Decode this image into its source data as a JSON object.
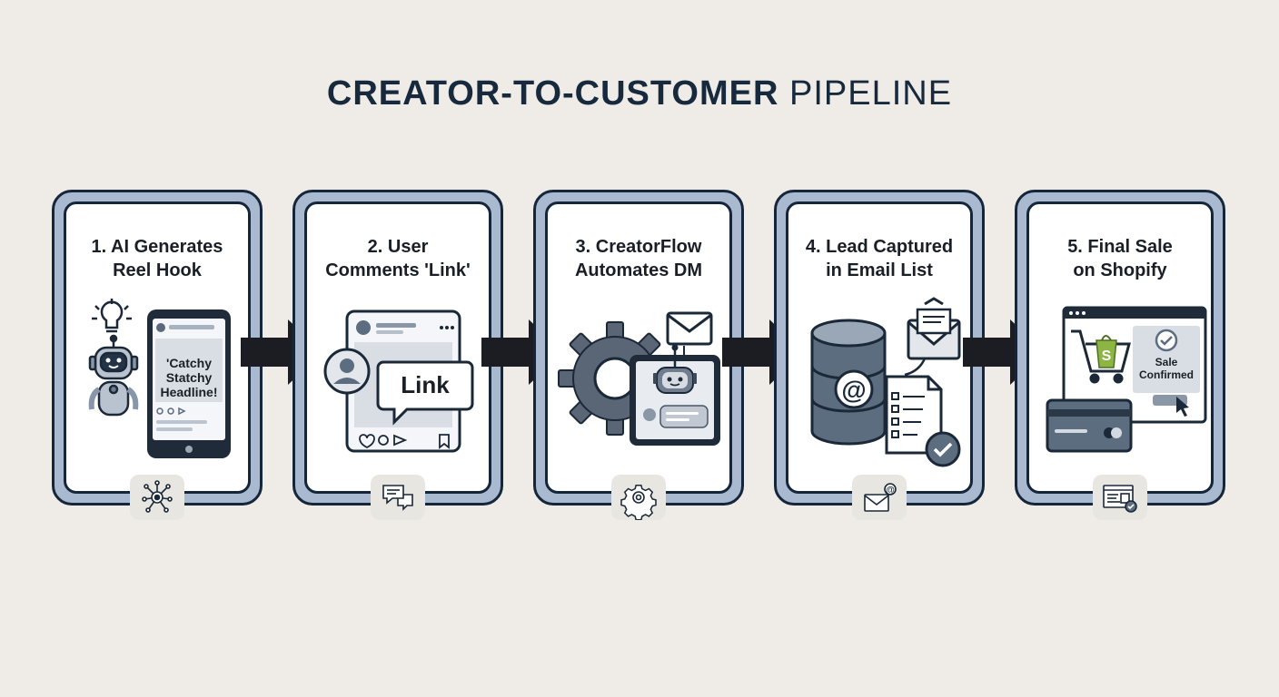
{
  "title": {
    "bold": "CREATOR-TO-CUSTOMER",
    "light": "PIPELINE"
  },
  "steps": [
    {
      "line1": "1. AI Generates",
      "line2": "Reel Hook",
      "icon": "ai-hook-icon",
      "badge_icon": "network-hub-icon",
      "screen_lines": [
        "'Catchy",
        "Statchy",
        "Headline!"
      ]
    },
    {
      "line1": "2. User",
      "line2": "Comments 'Link'",
      "icon": "comment-link-icon",
      "badge_icon": "chat-bubbles-icon",
      "bubble": "Link"
    },
    {
      "line1": "3. CreatorFlow",
      "line2": "Automates DM",
      "icon": "automation-gear-icon",
      "badge_icon": "gear-at-icon"
    },
    {
      "line1": "4. Lead Captured",
      "line2": "in Email List",
      "icon": "database-email-icon",
      "badge_icon": "envelope-at-icon"
    },
    {
      "line1": "5. Final Sale",
      "line2": "on Shopify",
      "icon": "shopify-sale-icon",
      "badge_icon": "browser-check-icon",
      "sale_lines": [
        "Sale",
        "Confirmed"
      ]
    }
  ],
  "colors": {
    "background": "#efebe6",
    "navy": "#15263a",
    "frame": "#a9bad0",
    "slate": "#5d6d80",
    "shopify": "#8db543"
  }
}
